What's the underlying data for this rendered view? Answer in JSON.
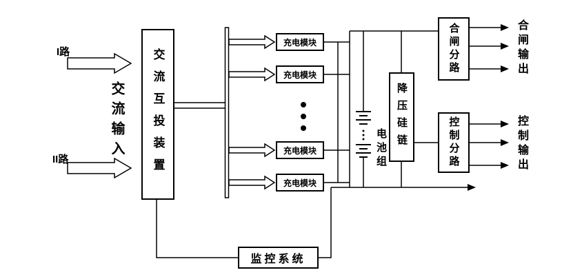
{
  "colors": {
    "background": "#ffffff",
    "line": "#000000"
  },
  "inputs": {
    "line1": "I路",
    "line2": "II路",
    "ac_label": "交流输入"
  },
  "blocks": {
    "ac_transfer": "交流互投装置",
    "charge_modules": [
      "充电模块",
      "充电模块",
      "充电模块",
      "充电模块"
    ],
    "battery": "电池组",
    "buck_silicon_chain": "降压硅链",
    "closing_branch": "合闸分路",
    "control_branch": "控制分路",
    "monitor": "监控系统"
  },
  "outputs": {
    "closing": "合闸输出",
    "control": "控制输出"
  }
}
